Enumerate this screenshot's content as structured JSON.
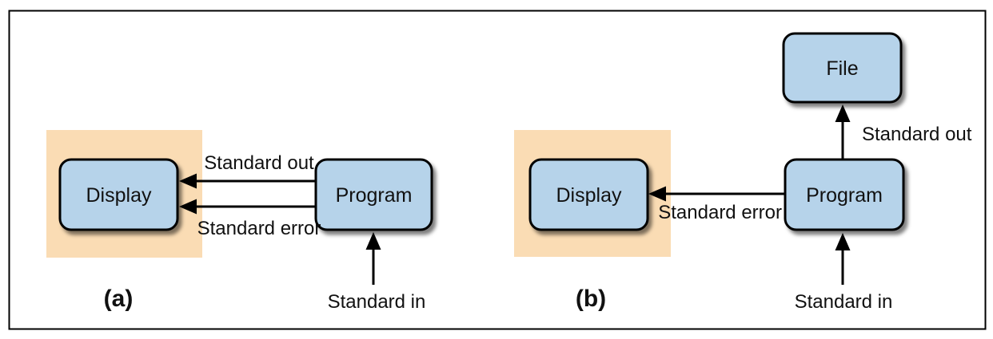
{
  "colors": {
    "background": "#ffffff",
    "figure_border": "#000000",
    "box_fill": "#b6d3ea",
    "box_border": "#000000",
    "highlight_fill": "#fadcb4",
    "arrow": "#000000",
    "text": "#111111"
  },
  "diagram_a": {
    "caption": "(a)",
    "display_label": "Display",
    "program_label": "Program",
    "stdout_label": "Standard out",
    "stderr_label": "Standard error",
    "stdin_label": "Standard in"
  },
  "diagram_b": {
    "caption": "(b)",
    "file_label": "File",
    "display_label": "Display",
    "program_label": "Program",
    "stdout_label": "Standard out",
    "stderr_label": "Standard error",
    "stdin_label": "Standard in"
  }
}
